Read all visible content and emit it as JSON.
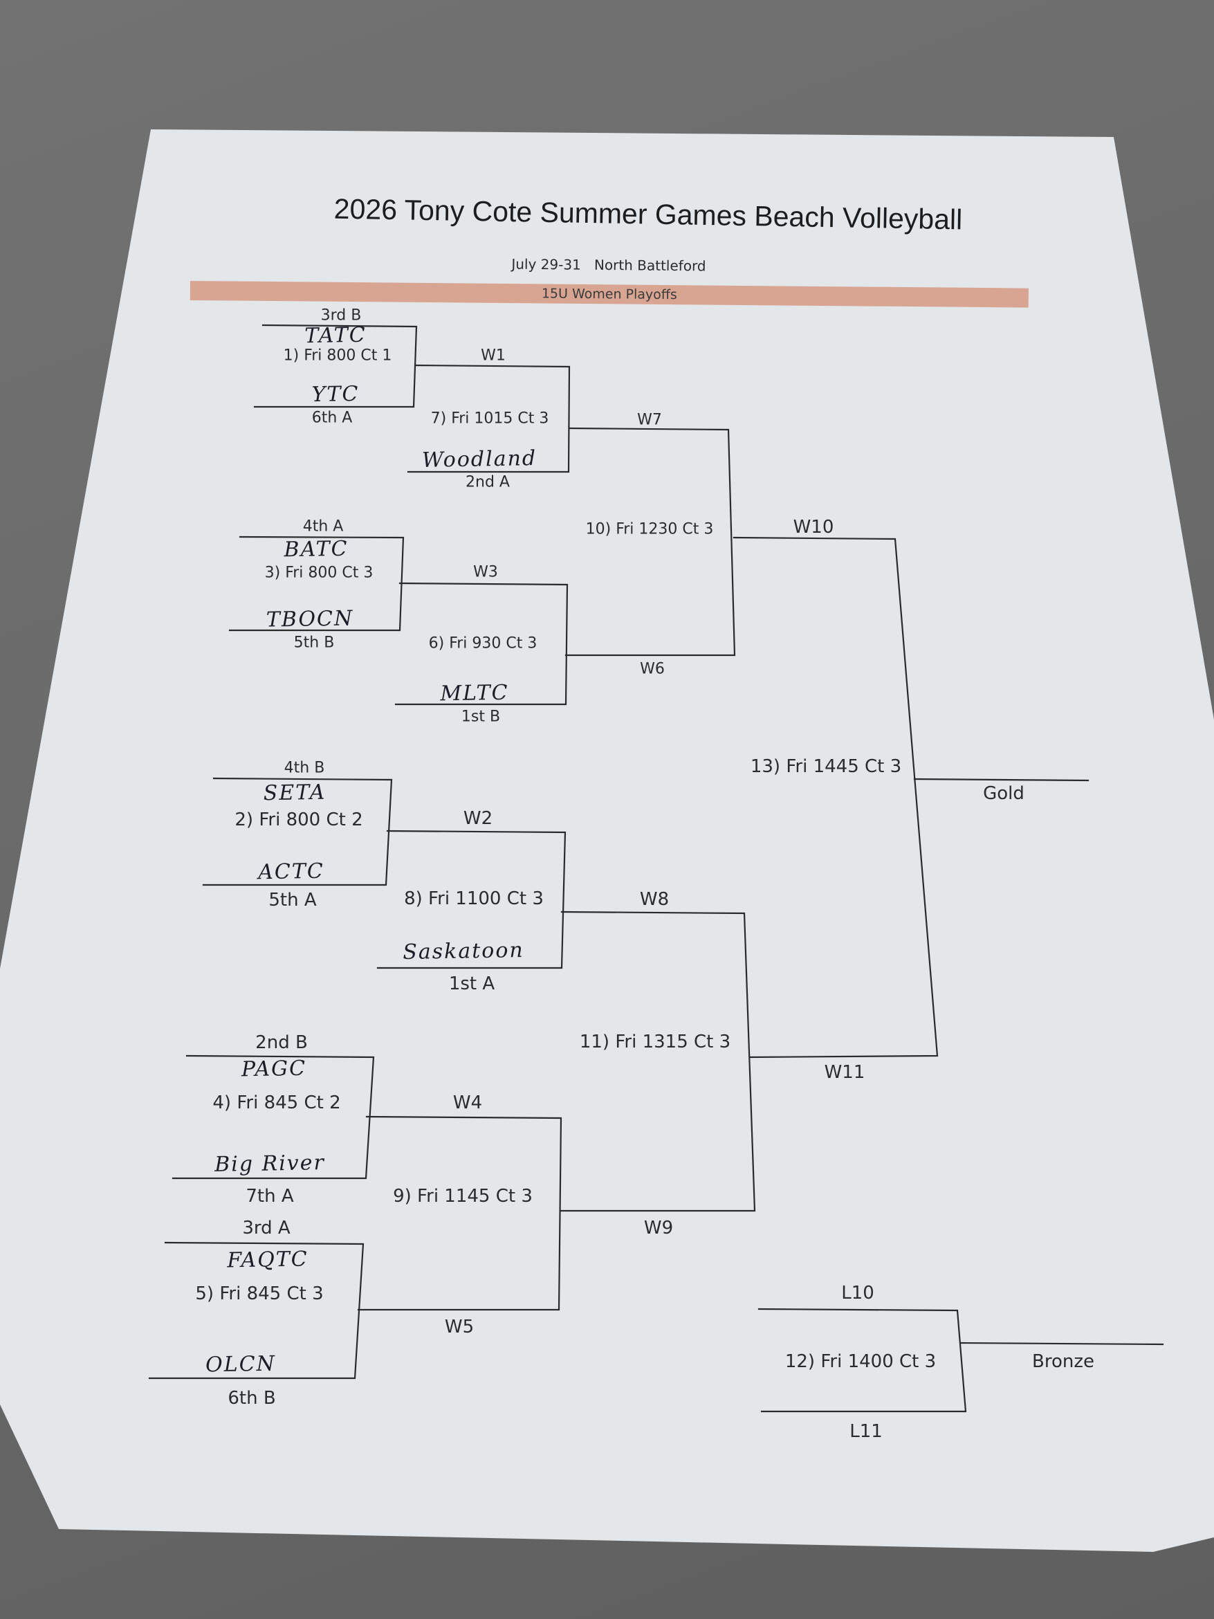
{
  "document": {
    "title": "2026 Tony Cote Summer Games Beach Volleyball",
    "subtitle": "July 29-31   North Battleford",
    "division": "15U Women Playoffs",
    "paper_color": "#e3e7ea",
    "banner_color": "#d9a593"
  },
  "bracket": {
    "seeds": {
      "s3b": "3rd B",
      "s6a": "6th A",
      "s2a": "2nd A",
      "s4a": "4th A",
      "s5b": "5th B",
      "s1b": "1st B",
      "s4b": "4th B",
      "s5a": "5th A",
      "s1a": "1st A",
      "s2b": "2nd B",
      "s7a": "7th A",
      "s3a": "3rd A",
      "s6b": "6th B"
    },
    "teams": {
      "m1_top": "TATC",
      "m1_bottom": "YTC",
      "m7_bottom": "Woodland",
      "m3_top": "BATC",
      "m3_bottom": "TBOCN",
      "m6_bottom": "MLTC",
      "m2_top": "SETA",
      "m2_bottom": "ACTC",
      "m8_bottom": "Saskatoon",
      "m4_top": "PAGC",
      "m4_bottom": "Big River",
      "m5_top": "FAQTC",
      "m5_bottom": "OLCN"
    },
    "matches": {
      "m1": "1) Fri 800 Ct 1",
      "m2": "2) Fri 800 Ct 2",
      "m3": "3) Fri 800 Ct 3",
      "m4": "4) Fri 845 Ct 2",
      "m5": "5) Fri 845 Ct 3",
      "m6": "6) Fri 930 Ct 3",
      "m7": "7) Fri 1015 Ct 3",
      "m8": "8) Fri 1100 Ct 3",
      "m9": "9) Fri 1145 Ct 3",
      "m10": "10) Fri 1230 Ct 3",
      "m11": "11) Fri 1315 Ct 3",
      "m12": "12) Fri 1400 Ct 3",
      "m13": "13) Fri 1445 Ct 3"
    },
    "results": {
      "w1": "W1",
      "w2": "W2",
      "w3": "W3",
      "w4": "W4",
      "w5": "W5",
      "w6": "W6",
      "w7": "W7",
      "w8": "W8",
      "w9": "W9",
      "w10": "W10",
      "w11": "W11",
      "l10": "L10",
      "l11": "L11"
    },
    "finals": {
      "gold": "Gold",
      "bronze": "Bronze"
    }
  }
}
